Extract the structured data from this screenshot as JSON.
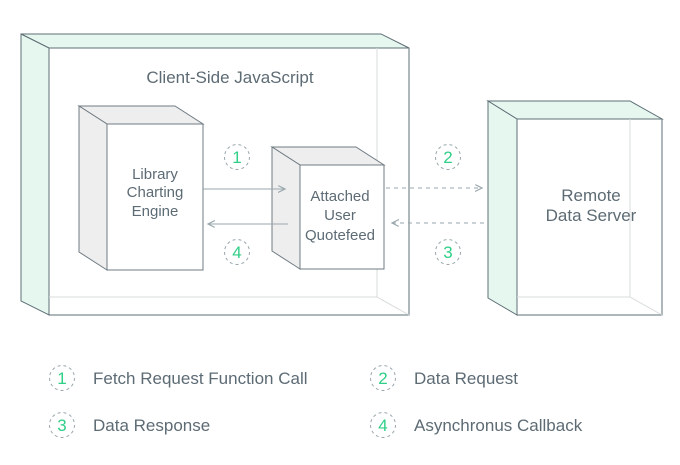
{
  "colors": {
    "accent_green": "#2fcf87",
    "box_fill_light": "#e6f7ef",
    "outline_dark": "#5e6f76",
    "outline_light": "#d8dcdd",
    "text": "#5d6b74"
  },
  "diagram": {
    "client_title": "Client-Side JavaScript",
    "engine_box": {
      "lines": [
        "Library",
        "Charting",
        "Engine"
      ]
    },
    "quotefeed_box": {
      "lines": [
        "Attached",
        "User",
        "Quotefeed"
      ]
    },
    "server_box": {
      "lines": [
        "Remote",
        "Data Server"
      ]
    },
    "step_badges": [
      "1",
      "2",
      "3",
      "4"
    ]
  },
  "legend": [
    {
      "num": "1",
      "label": "Fetch Request Function Call"
    },
    {
      "num": "2",
      "label": "Data Request"
    },
    {
      "num": "3",
      "label": "Data Response"
    },
    {
      "num": "4",
      "label": "Asynchronus Callback"
    }
  ]
}
